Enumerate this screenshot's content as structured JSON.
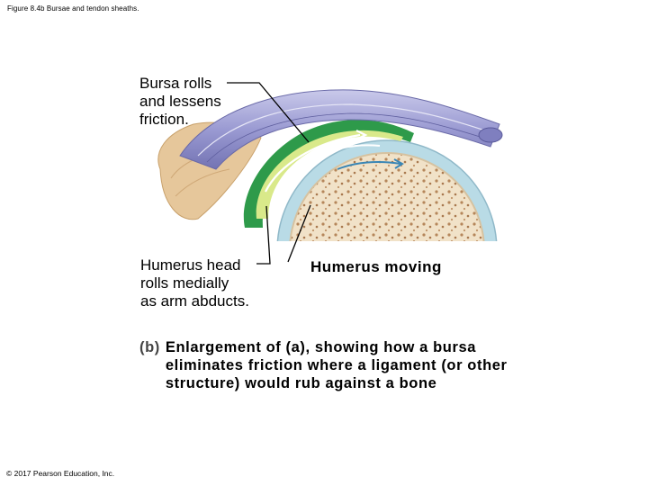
{
  "figure_title": "Figure 8.4b Bursae and tendon sheaths.",
  "labels": {
    "bursa": [
      "Bursa rolls",
      "and lessens",
      "friction."
    ],
    "humerus_head": [
      "Humerus head",
      "rolls medially",
      "as arm abducts."
    ],
    "humerus_moving": "Humerus moving"
  },
  "caption": {
    "tag": "(b)",
    "text": "Enlargement of (a), showing how a bursa eliminates friction where a ligament (or other structure) would rub against a bone"
  },
  "copyright": "© 2017 Pearson Education, Inc.",
  "colors": {
    "ligament": "#8f8fc9",
    "bursa_green": "#2e9a4a",
    "bursa_fluid": "#d9e98a",
    "cartilage": "#b9dbe6",
    "bone": "#f1e2c8",
    "muscle": "#e3c69a",
    "arrow": "#3a86b5"
  }
}
